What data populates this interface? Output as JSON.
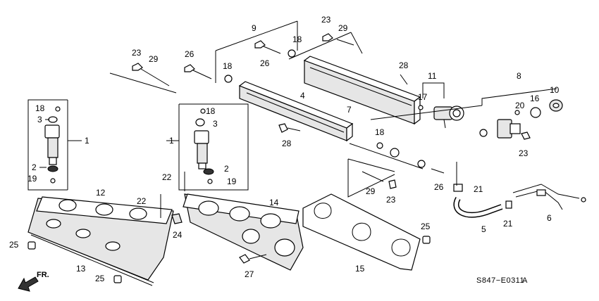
{
  "diagram": {
    "code": "S847−E0311",
    "code_suffix": "A",
    "direction": "FR."
  },
  "callouts": [
    {
      "id": "c1a",
      "text": "1"
    },
    {
      "id": "c1b",
      "text": "1"
    },
    {
      "id": "c2a",
      "text": "2"
    },
    {
      "id": "c2b",
      "text": "2"
    },
    {
      "id": "c3a",
      "text": "3"
    },
    {
      "id": "c3b",
      "text": "3"
    },
    {
      "id": "c4",
      "text": "4"
    },
    {
      "id": "c5",
      "text": "5"
    },
    {
      "id": "c6",
      "text": "6"
    },
    {
      "id": "c7",
      "text": "7"
    },
    {
      "id": "c8",
      "text": "8"
    },
    {
      "id": "c9",
      "text": "9"
    },
    {
      "id": "c10",
      "text": "10"
    },
    {
      "id": "c11",
      "text": "11"
    },
    {
      "id": "c12",
      "text": "12"
    },
    {
      "id": "c13",
      "text": "13"
    },
    {
      "id": "c14",
      "text": "14"
    },
    {
      "id": "c15",
      "text": "15"
    },
    {
      "id": "c16",
      "text": "16"
    },
    {
      "id": "c17",
      "text": "17"
    },
    {
      "id": "c18a",
      "text": "18"
    },
    {
      "id": "c18b",
      "text": "18"
    },
    {
      "id": "c18c",
      "text": "18"
    },
    {
      "id": "c18d",
      "text": "18"
    },
    {
      "id": "c18e",
      "text": "18"
    },
    {
      "id": "c19a",
      "text": "19"
    },
    {
      "id": "c19b",
      "text": "19"
    },
    {
      "id": "c20",
      "text": "20"
    },
    {
      "id": "c21a",
      "text": "21"
    },
    {
      "id": "c21b",
      "text": "21"
    },
    {
      "id": "c22a",
      "text": "22"
    },
    {
      "id": "c22b",
      "text": "22"
    },
    {
      "id": "c23a",
      "text": "23"
    },
    {
      "id": "c23b",
      "text": "23"
    },
    {
      "id": "c23c",
      "text": "23"
    },
    {
      "id": "c23d",
      "text": "23"
    },
    {
      "id": "c24",
      "text": "24"
    },
    {
      "id": "c25a",
      "text": "25"
    },
    {
      "id": "c25b",
      "text": "25"
    },
    {
      "id": "c25c",
      "text": "25"
    },
    {
      "id": "c26a",
      "text": "26"
    },
    {
      "id": "c26b",
      "text": "26"
    },
    {
      "id": "c26c",
      "text": "26"
    },
    {
      "id": "c27",
      "text": "27"
    },
    {
      "id": "c28a",
      "text": "28"
    },
    {
      "id": "c28b",
      "text": "28"
    },
    {
      "id": "c29a",
      "text": "29"
    },
    {
      "id": "c29b",
      "text": "29"
    },
    {
      "id": "c29c",
      "text": "29"
    }
  ]
}
